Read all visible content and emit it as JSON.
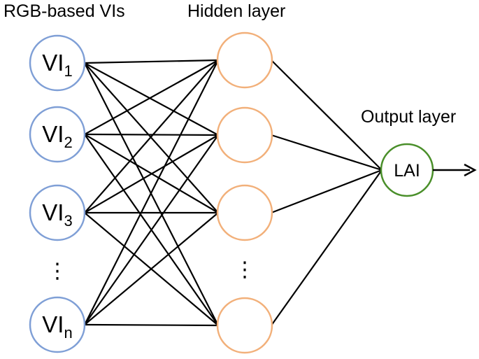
{
  "titles": {
    "input_layer": "RGB-based VIs",
    "hidden_layer": "Hidden layer",
    "output_layer": "Output layer"
  },
  "input_nodes": [
    {
      "base": "VI",
      "sub": "1"
    },
    {
      "base": "VI",
      "sub": "2"
    },
    {
      "base": "VI",
      "sub": "3"
    },
    {
      "base": "VI",
      "sub": "n"
    }
  ],
  "ellipsis": "⋮",
  "output_node": {
    "label": "LAI"
  },
  "colors": {
    "input_node_stroke": "#7f9fd6",
    "hidden_node_stroke": "#f2b07a",
    "output_node_stroke": "#4a8f2a",
    "connection": "#000000"
  }
}
